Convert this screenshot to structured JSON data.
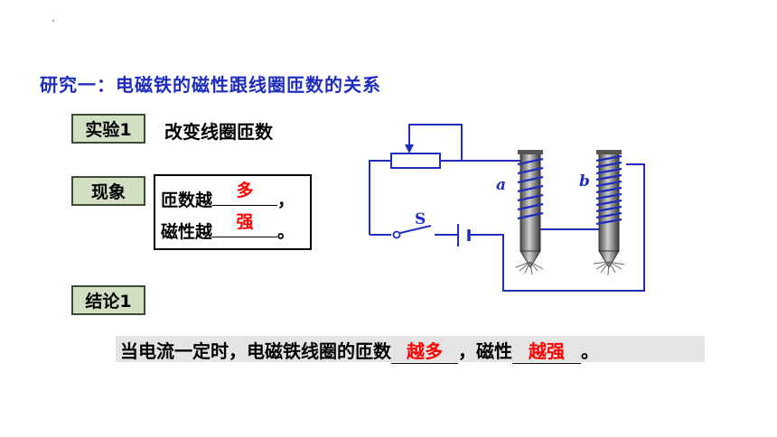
{
  "title": "研究一：电磁铁的磁性跟线圈匝数的关系",
  "experiment": {
    "tag": "实验1",
    "text": "改变线圈匝数"
  },
  "phenomenon": {
    "tag": "现象",
    "line1_prefix": "匝数越",
    "line1_answer": "多",
    "line1_suffix": "，",
    "line2_prefix": "磁性越",
    "line2_answer": "强",
    "line2_suffix": "。"
  },
  "conclusion": {
    "tag": "结论1",
    "prefix": "当电流一定时，电磁铁线圈的匝数",
    "answer1": "越多",
    "middle": "，磁性",
    "answer2": "越强",
    "suffix": "。"
  },
  "circuit": {
    "label_a": "a",
    "label_b": "b",
    "label_s": "S",
    "wire_color": "#1f2dbf",
    "coil_color": "#1f2dbf"
  }
}
